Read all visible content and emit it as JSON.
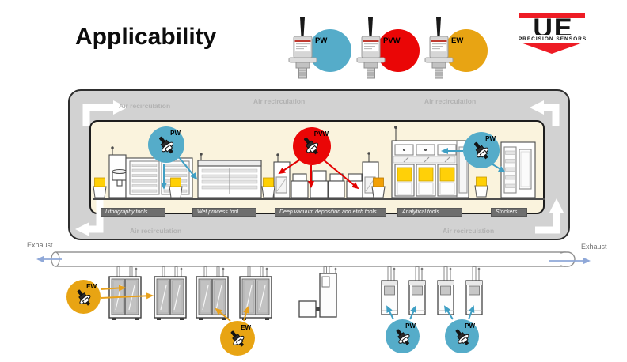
{
  "title": "Applicability",
  "logo": {
    "letters": "UE",
    "subtitle": "PRECISION SENSORS"
  },
  "legend": {
    "items": [
      {
        "label": "PW",
        "color": "#55acc9"
      },
      {
        "label": "PVW",
        "color": "#ea0606"
      },
      {
        "label": "EW",
        "color": "#e8a413"
      }
    ]
  },
  "cleanroom": {
    "air_labels": [
      "Air recirculation",
      "Air recirculation",
      "Air recirculation",
      "Air recirculation",
      "Air recirculation"
    ],
    "section_labels": [
      "Lithography tools",
      "Wet process tool",
      "Deep vacuum deposition and etch tools",
      "Analytical tools",
      "Stockers"
    ],
    "badges": {
      "lithography": "PW",
      "vacuum": "PVW",
      "analytical": "PW"
    }
  },
  "exhaust": {
    "left_label": "Exhaust",
    "right_label": "Exhaust"
  },
  "facility": {
    "badges": {
      "gas_cabinets_left": "EW",
      "gas_cabinets_right": "EW",
      "pumps_left": "PW",
      "pumps_right": "PW"
    }
  },
  "colors": {
    "pw": "#55acc9",
    "pvw": "#ea0606",
    "ew": "#e8a413",
    "arrow_blue": "#3f9fc4",
    "arrow_red": "#e30000",
    "arrow_orange": "#e8a11c",
    "exhaust_arrow": "#8fa8d8",
    "logo_red": "#ee1c25"
  }
}
